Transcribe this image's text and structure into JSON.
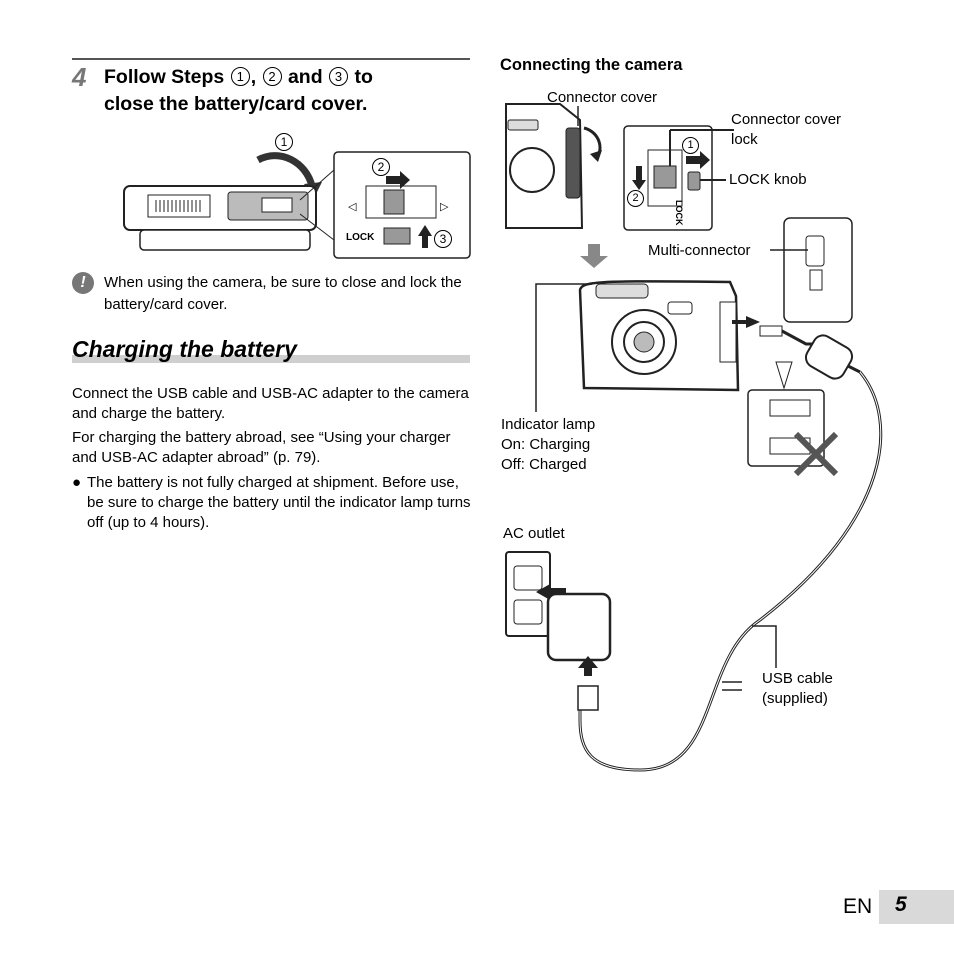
{
  "step": {
    "number": "4",
    "title_prefix": "Follow Steps",
    "circled": [
      "1",
      "2",
      "3"
    ],
    "and_word": "and",
    "title_suffix": "to",
    "title_line2": "close the battery/card cover."
  },
  "figure1": {
    "callouts": [
      "1",
      "2",
      "3"
    ],
    "lock_label": "LOCK"
  },
  "caution": {
    "icon": "!",
    "text": "When using the camera, be sure to close and lock the battery/card cover."
  },
  "section": {
    "title": "Charging the battery",
    "para1": "Connect the USB cable and USB-AC adapter to the camera and charge the battery.",
    "para2": "For charging the battery abroad, see “Using your charger and USB-AC adapter abroad” (p. 79).",
    "bullet_symbol": "●",
    "bullet": "The battery is not fully charged at shipment. Before use, be sure to charge the battery until the indicator lamp turns off (up to 4 hours)."
  },
  "connecting": {
    "heading": "Connecting the camera",
    "connector_cover": "Connector cover",
    "connector_cover_lock_1": "Connector cover",
    "connector_cover_lock_2": "lock",
    "lock_knob": "LOCK knob",
    "multi_connector": "Multi-connector",
    "indicator_lamp": "Indicator lamp",
    "on_charging": "On: Charging",
    "off_charged": "Off: Charged",
    "ac_outlet": "AC outlet",
    "usb_cable_1": "USB cable",
    "usb_cable_2": "(supplied)",
    "callouts": [
      "1",
      "2"
    ],
    "lock_label": "LOCK"
  },
  "footer": {
    "lang": "EN",
    "page": "5"
  }
}
